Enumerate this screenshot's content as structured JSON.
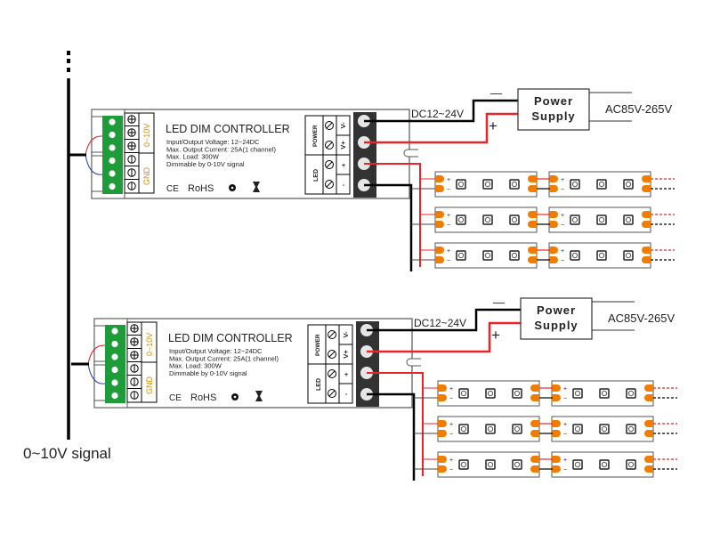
{
  "diagram": {
    "signal_label": "0~10V signal",
    "continuation_dots": "⋮",
    "colors": {
      "wire_black": "#000000",
      "wire_red": "#e8262a",
      "terminal_green": "#1f9c3a",
      "terminal_dark": "#333333",
      "led_pad": "#f07c00",
      "signal_red": "#d81e1e",
      "signal_blue": "#2a3bc0"
    },
    "controllers": [
      {
        "title": "LED DIM CONTROLLER",
        "specs": [
          "Input/Output Voltage: 12~24DC",
          "Max. Output Current: 25A(1 channel)",
          "Max. Load: 300W",
          "Dimmable by 0-10V signal"
        ],
        "cert_labels": [
          "CE",
          "RoHS"
        ],
        "input_group_labels": [
          "0~10V",
          "GND"
        ],
        "output_group_labels": [
          "POWER",
          "LED"
        ],
        "output_terminal_labels": [
          "V-",
          "V+",
          "+",
          "-"
        ],
        "dc_label": "DC12~24V",
        "minus_label": "—",
        "plus_label": "+",
        "power_supply": {
          "line1": "Power",
          "line2": "Supply"
        },
        "ac_label": "AC85V-265V"
      },
      {
        "title": "LED DIM CONTROLLER",
        "specs": [
          "Input/Output Voltage: 12~24DC",
          "Max. Output Current: 25A(1 channel)",
          "Max. Load: 300W",
          "Dimmable by 0-10V signal"
        ],
        "cert_labels": [
          "CE",
          "RoHS"
        ],
        "input_group_labels": [
          "0~10V",
          "GND"
        ],
        "output_group_labels": [
          "POWER",
          "LED"
        ],
        "output_terminal_labels": [
          "V-",
          "V+",
          "+",
          "-"
        ],
        "dc_label": "DC12~24V",
        "minus_label": "—",
        "plus_label": "+",
        "power_supply": {
          "line1": "Power",
          "line2": "Supply"
        },
        "ac_label": "AC85V-265V"
      }
    ],
    "led_strip": {
      "plus_label": "+",
      "minus_label": "−",
      "rows_per_controller": 3,
      "segments_per_row": 2,
      "leds_per_segment": 3
    }
  }
}
